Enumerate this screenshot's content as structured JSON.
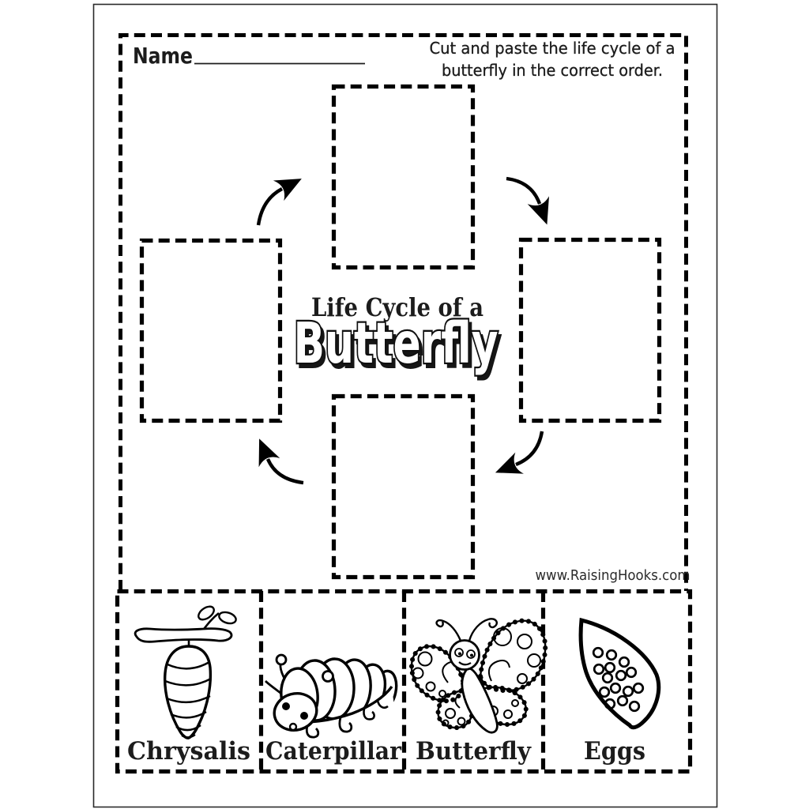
{
  "worksheet": {
    "name_label": "Name",
    "instructions_line1": "Cut and paste the life cycle of a",
    "instructions_line2": "butterfly in the correct order.",
    "title_line1": "Life Cycle of a",
    "title_line2": "Butterfly",
    "website": "www.RaisingHooks.com"
  },
  "cards": {
    "items": [
      {
        "label": "Chrysalis",
        "icon": "chrysalis-drawing"
      },
      {
        "label": "Caterpillar",
        "icon": "caterpillar-drawing"
      },
      {
        "label": "Butterfly",
        "icon": "butterfly-drawing"
      },
      {
        "label": "Eggs",
        "icon": "eggs-drawing"
      }
    ]
  },
  "drop_zones": {
    "count": 4,
    "positions": [
      "top",
      "right",
      "bottom",
      "left"
    ]
  },
  "colors": {
    "ink": "#000000",
    "paper": "#ffffff",
    "text": "#1c1c1c"
  }
}
